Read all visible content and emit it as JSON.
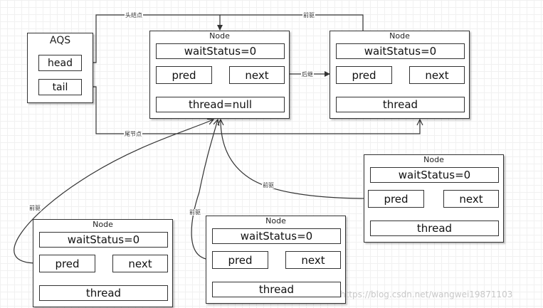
{
  "aqs": {
    "title": "AQS",
    "head": "head",
    "tail": "tail"
  },
  "nodes": {
    "head_node": {
      "title": "Node",
      "waitStatus": "waitStatus=0",
      "pred": "pred",
      "next": "next",
      "thread": "thread=null"
    },
    "second_node": {
      "title": "Node",
      "waitStatus": "waitStatus=0",
      "pred": "pred",
      "next": "next",
      "thread": "thread"
    },
    "right_node": {
      "title": "Node",
      "waitStatus": "waitStatus=0",
      "pred": "pred",
      "next": "next",
      "thread": "thread"
    },
    "bottom_left_node": {
      "title": "Node",
      "waitStatus": "waitStatus=0",
      "pred": "pred",
      "next": "next",
      "thread": "thread"
    },
    "bottom_mid_node": {
      "title": "Node",
      "waitStatus": "waitStatus=0",
      "pred": "pred",
      "next": "next",
      "thread": "thread"
    }
  },
  "edge_labels": {
    "head_pointer": "头结点",
    "tail_pointer": "尾节点",
    "successor": "后继",
    "predecessor_top": "前驱",
    "predecessor_left": "前驱",
    "predecessor_mid": "前驱",
    "predecessor_right": "前驱"
  },
  "watermark": "https://blog.csdn.net/wangwei19871103"
}
